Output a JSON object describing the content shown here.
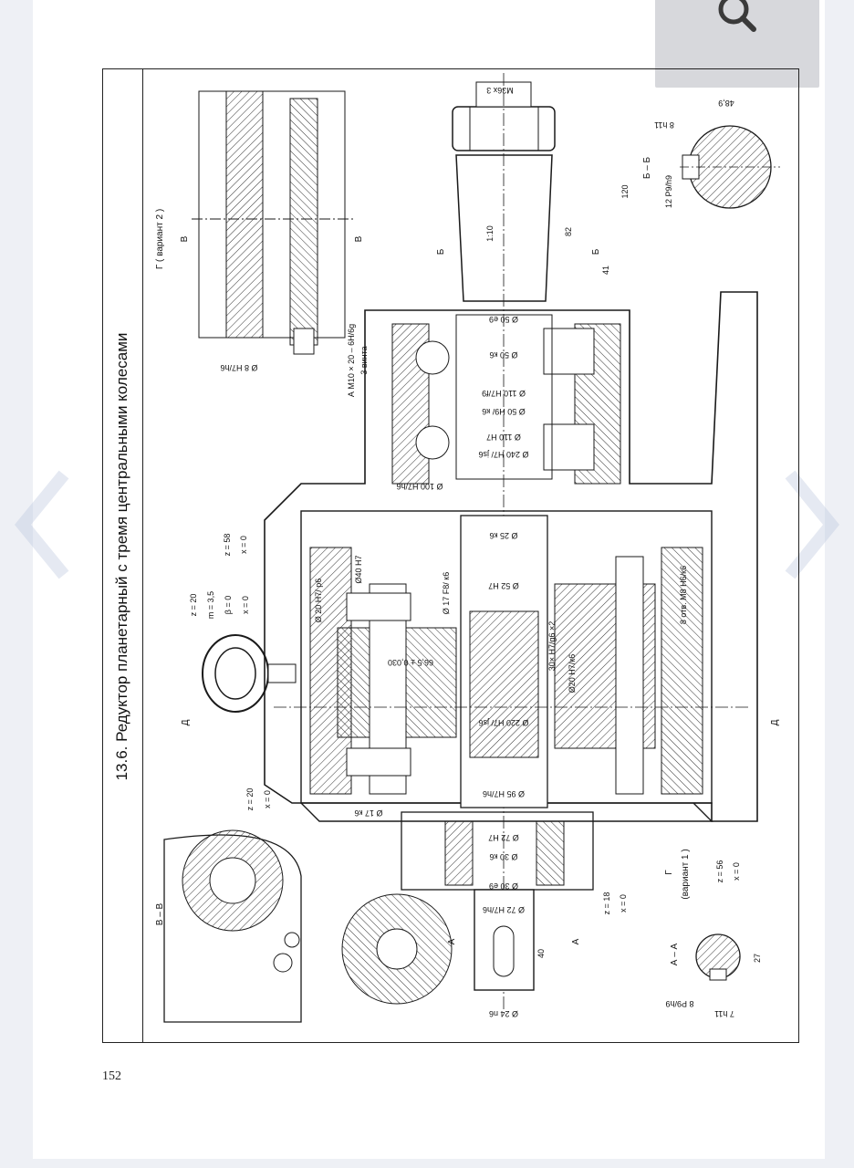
{
  "title": "13.6. Редуктор  планетарный с тремя центральными колесами",
  "page_number": "152",
  "views": {
    "detail_g": "Г ( вариант 2 )",
    "section_bb": "Б – Б",
    "section_aa": "А – А",
    "section_vv": "В – В",
    "variant1_letter": "Г",
    "variant1": "(вариант 1 )"
  },
  "section_letters": {
    "b": "Б",
    "v": "В",
    "a": "А",
    "d": "Д"
  },
  "dimensions": {
    "thread_top": "М36х 3",
    "d50e9": "Ø 50 е9",
    "d50k6": "Ø 50 к6",
    "d110h7f9": "Ø 110 Н7/f9",
    "d50h9k6": "Ø 50 Н9/ к6",
    "d110h7": "Ø 110 Н7",
    "d240h7js6": "Ø 240 Н7/ js6",
    "d100h7h6": "Ø 100 Н7/h6",
    "d25k6": "Ø 25 к6",
    "d52h7": "Ø 52 Н7",
    "d17f8k6": "Ø 17 F8/ к6",
    "d40h7": "Ø40 Н7",
    "d20h7p6": "Ø 20 Н7/ р6",
    "spline": "30× Н7/g6 ×2",
    "d20h7k6": "Ø20 Н7/к6",
    "center": "66,5 ± 0,030",
    "d220h7js6": "Ø 220 Н7/ js6",
    "d95h7h6": "Ø 95 Н7/h6",
    "d17k6": "Ø 17 к6",
    "d72h7": "Ø 72 Н7",
    "d30k6": "Ø 30 к6",
    "d30e9": "Ø 30 е9",
    "d72h7h6": "Ø 72 Н7/h6",
    "d24n6": "Ø 24 n6",
    "d8h7h6": "Ø 8 Н7/h6",
    "taper": "1:10",
    "len120": "120",
    "len82": "82",
    "len41": "41",
    "len40": "40",
    "bb_48_9": "48,9",
    "bb_8h11": "8 h11",
    "bb_12p9h9": "12 Р9/h9",
    "aa_27": "27",
    "aa_7h11": "7 h11",
    "aa_8p9h9": "8 Р9/h9",
    "bolts": "8 отв. М8 Н6/к6",
    "screws_thread": "А М10 × 20 – 6Н/6g",
    "screws_count": "3 винта"
  },
  "gear_params": {
    "g1": [
      "z = 58",
      "x = 0"
    ],
    "g2": [
      "z = 20",
      "m = 3,5",
      "β = 0",
      "x = 0"
    ],
    "g3": [
      "z = 20",
      "x = 0"
    ],
    "g4": [
      "z = 18",
      "x = 0"
    ],
    "g5": [
      "z = 56",
      "x = 0"
    ]
  },
  "colors": {
    "line": "#1a1a1a",
    "hatch": "#333333",
    "ui_gray": "#d7d8dc",
    "background": "#eef0f5"
  },
  "icons": [
    "search-icon",
    "chevron-left-icon",
    "chevron-right-icon"
  ]
}
